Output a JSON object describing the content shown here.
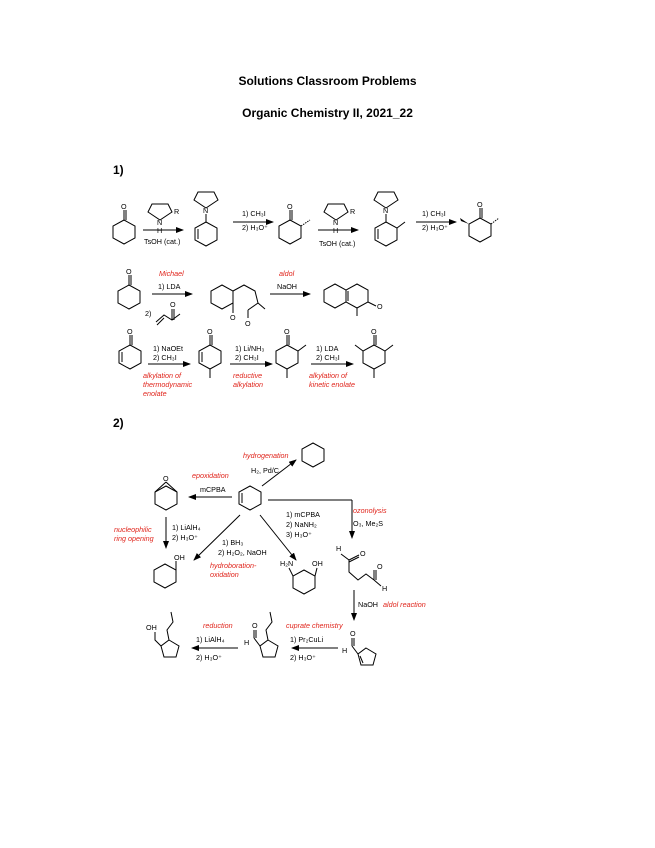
{
  "header": {
    "title": "Solutions Classroom Problems",
    "subtitle": "Organic Chemistry II, 2021_22"
  },
  "sections": [
    {
      "label": "1)"
    },
    {
      "label": "2)"
    }
  ],
  "problem1": {
    "row1": {
      "cond1_below": "TsOH (cat.)",
      "amine_nh": "N",
      "amine_h": "H",
      "amine_r": "R",
      "cond2_line1": "1) CH₃I",
      "cond2_line2": "2) H₃O⁺",
      "cond3_below": "TsOH (cat.)",
      "cond4_line1": "1) CH₃I",
      "cond4_line2": "2) H₃O⁺"
    },
    "row2": {
      "michael_label": "Michael",
      "cond1_line1": "1) LDA",
      "cond1_line2": "2)",
      "aldol_label": "aldol",
      "cond2": "NaOH"
    },
    "row3": {
      "cond1_line1": "1) NaOEt",
      "cond1_line2": "2) CH₃I",
      "note1_line1": "alkylation of",
      "note1_line2": "thermodynamic",
      "note1_line3": "enolate",
      "cond2_line1": "1) Li/NH₃",
      "cond2_line2": "2) CH₃I",
      "note2_line1": "reductive",
      "note2_line2": "alkylation",
      "cond3_line1": "1) LDA",
      "cond3_line2": "2) CH₃I",
      "note3_line1": "alkylation of",
      "note3_line2": "kinetic enolate"
    }
  },
  "problem2": {
    "hydrogenation_label": "hydrogenation",
    "hydrogenation_cond": "H₂, Pd/C",
    "epoxidation_label": "epoxidation",
    "epoxidation_cond": "mCPBA",
    "ozonolysis_label": "ozonolysis",
    "ozonolysis_cond": "O₃, Me₂S",
    "nuc_label_line1": "nucleophilic",
    "nuc_label_line2": "ring opening",
    "nuc_cond_line1": "1) LiAlH₄",
    "nuc_cond_line2": "2) H₃O⁺",
    "hb_cond_line1": "1) BH₃",
    "hb_cond_line2": "2) H₂O₂, NaOH",
    "hb_label_line1": "hydroboration-",
    "hb_label_line2": "oxidation",
    "amino_cond_line1": "1) mCPBA",
    "amino_cond_line2": "2) NaNH₂",
    "amino_cond_line3": "3) H₃O⁺",
    "oh": "OH",
    "h2n": "H₂N",
    "h": "H",
    "o": "O",
    "aldol_cond": "NaOH",
    "aldol_label": "aldol reaction",
    "cuprate_label": "cuprate chemistry",
    "cuprate_line1": "1) Pr₂CuLi",
    "cuprate_line2": "2) H₃O⁺",
    "reduction_label": "reduction",
    "red_line1": "1) LiAlH₄",
    "red_line2": "2) H₃O⁺"
  }
}
